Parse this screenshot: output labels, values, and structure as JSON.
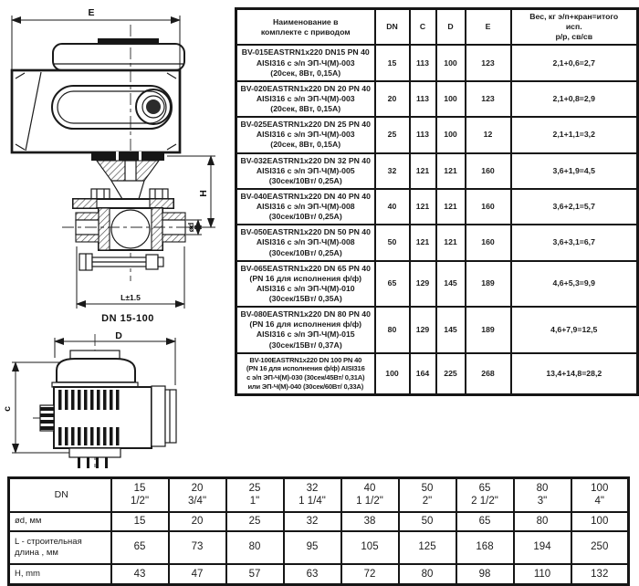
{
  "main_table": {
    "headers": [
      {
        "lines": [
          "Наименование в",
          "комплекте с приводом"
        ]
      },
      {
        "lines": [
          "DN"
        ]
      },
      {
        "lines": [
          "C"
        ]
      },
      {
        "lines": [
          "D"
        ]
      },
      {
        "lines": [
          "E"
        ]
      },
      {
        "lines": [
          "Вес, кг э/п+кран=итого",
          "исп.",
          "р/р, св/св"
        ]
      }
    ],
    "rows": [
      {
        "name_lines": [
          "BV-015EASTRN1x220 DN15 PN 40",
          "AISI316 с э/п ЭП-Ч(М)-003",
          "(20сек, 8Вт, 0,15А)"
        ],
        "dn": "15",
        "c": "113",
        "d": "100",
        "e": "123",
        "weight": "2,1+0,6=2,7",
        "small": false
      },
      {
        "name_lines": [
          "BV-020EASTRN1x220 DN 20 PN 40",
          "AISI316 с э/п ЭП-Ч(М)-003",
          "(20сек, 8Вт, 0,15А)"
        ],
        "dn": "20",
        "c": "113",
        "d": "100",
        "e": "123",
        "weight": "2,1+0,8=2,9",
        "small": false
      },
      {
        "name_lines": [
          "BV-025EASTRN1x220 DN 25 PN 40",
          "AISI316 с э/п ЭП-Ч(М)-003",
          "(20сек, 8Вт, 0,15А)"
        ],
        "dn": "25",
        "c": "113",
        "d": "100",
        "e": "12",
        "weight": "2,1+1,1=3,2",
        "small": false
      },
      {
        "name_lines": [
          "BV-032EASTRN1x220 DN 32 PN 40",
          "AISI316 с э/п ЭП-Ч(М)-005",
          "(30сек/10Вт/ 0,25А)"
        ],
        "dn": "32",
        "c": "121",
        "d": "121",
        "e": "160",
        "weight": "3,6+1,9=4,5",
        "small": false
      },
      {
        "name_lines": [
          "BV-040EASTRN1x220 DN 40 PN 40",
          "AISI316 с э/п ЭП-Ч(М)-008",
          "(30сек/10Вт/ 0,25А)"
        ],
        "dn": "40",
        "c": "121",
        "d": "121",
        "e": "160",
        "weight": "3,6+2,1=5,7",
        "small": false
      },
      {
        "name_lines": [
          "BV-050EASTRN1x220 DN 50 PN 40",
          "AISI316 с э/п ЭП-Ч(М)-008",
          "(30сек/10Вт/ 0,25А)"
        ],
        "dn": "50",
        "c": "121",
        "d": "121",
        "e": "160",
        "weight": "3,6+3,1=6,7",
        "small": false
      },
      {
        "name_lines": [
          "BV-065EASTRN1x220 DN 65 PN 40",
          "(PN 16 для исполнения ф/ф)",
          "AISI316 с э/п ЭП-Ч(М)-010",
          "(30сек/15Вт/ 0,35А)"
        ],
        "dn": "65",
        "c": "129",
        "d": "145",
        "e": "189",
        "weight": "4,6+5,3=9,9",
        "small": false
      },
      {
        "name_lines": [
          "BV-080EASTRN1x220 DN 80 PN 40",
          "(PN 16 для исполнения ф/ф)",
          "AISI316 с э/п ЭП-Ч(М)-015",
          "(30сек/15Вт/ 0,37А)"
        ],
        "dn": "80",
        "c": "129",
        "d": "145",
        "e": "189",
        "weight": "4,6+7,9=12,5",
        "small": false
      },
      {
        "name_lines": [
          "BV-100EASTRN1x220 DN 100 PN 40",
          "(PN 16 для исполнения ф/ф) AISI316",
          "с э/п ЭП-Ч(М)-030 (30сек/45Вт/ 0,31А)",
          "или ЭП-Ч(М)-040  (30сек/60Вт/ 0,33А)"
        ],
        "dn": "100",
        "c": "164",
        "d": "225",
        "e": "268",
        "weight": "13,4+14,8=28,2",
        "small": true
      }
    ]
  },
  "dim_table": {
    "corner_label": "DN",
    "columns": [
      {
        "dn": "15",
        "inch": "1/2\""
      },
      {
        "dn": "20",
        "inch": "3/4\""
      },
      {
        "dn": "25",
        "inch": "1\""
      },
      {
        "dn": "32",
        "inch": "1 1/4\""
      },
      {
        "dn": "40",
        "inch": "1 1/2\""
      },
      {
        "dn": "50",
        "inch": "2\""
      },
      {
        "dn": "65",
        "inch": "2 1/2\""
      },
      {
        "dn": "80",
        "inch": "3\""
      },
      {
        "dn": "100",
        "inch": "4\""
      }
    ],
    "od_label": "ød, мм",
    "od_values": [
      "15",
      "20",
      "25",
      "32",
      "38",
      "50",
      "65",
      "80",
      "100"
    ],
    "l_label_lines": [
      "L - строительная",
      "длина , мм"
    ],
    "l_values": [
      "65",
      "73",
      "80",
      "95",
      "105",
      "125",
      "168",
      "194",
      "250"
    ],
    "h_label": "H, mm",
    "h_values": [
      "43",
      "47",
      "57",
      "63",
      "72",
      "80",
      "98",
      "110",
      "132"
    ]
  },
  "drawings": {
    "front": {
      "e_label": "E",
      "h_label": "H",
      "od_label": "ød",
      "l_label": "L±1.5",
      "caption": "DN 15-100"
    },
    "side": {
      "d_label": "D",
      "c_label": "c"
    }
  },
  "colors": {
    "line": "#1a1a1a",
    "table_border": "#161616",
    "background": "#ffffff"
  }
}
